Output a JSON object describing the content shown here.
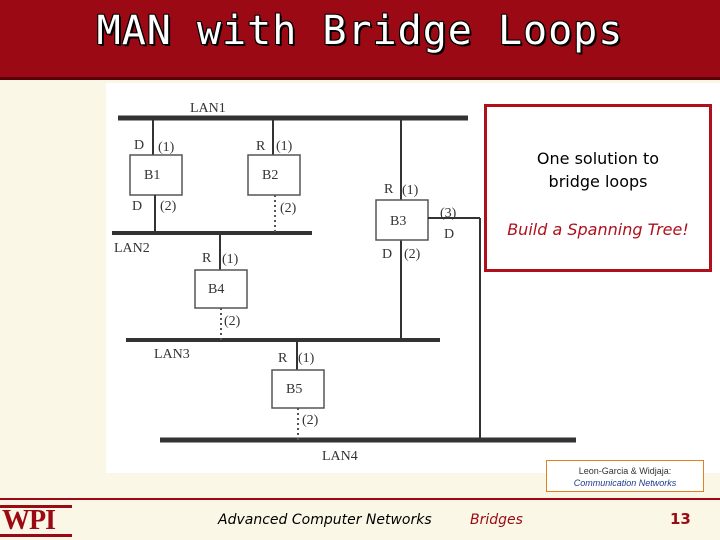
{
  "slide": {
    "title": "MAN with Bridge Loops",
    "colors": {
      "title_bar": "#9B0A14",
      "accent": "#B0101C",
      "background": "#FBF7E6"
    }
  },
  "diagram": {
    "lans": [
      "LAN1",
      "LAN2",
      "LAN3",
      "LAN4"
    ],
    "bridges": {
      "b1": {
        "name": "B1",
        "top_role": "D",
        "top_port": "(1)",
        "bottom_role": "D",
        "bottom_port": "(2)"
      },
      "b2": {
        "name": "B2",
        "top_role": "R",
        "top_port": "(1)",
        "bottom_port": "(2)"
      },
      "b3": {
        "name": "B3",
        "top_role": "R",
        "top_port": "(1)",
        "side_port": "(3)",
        "side_role": "D",
        "bottom_role": "D",
        "bottom_port": "(2)"
      },
      "b4": {
        "name": "B4",
        "top_role": "R",
        "top_port": "(1)",
        "bottom_port": "(2)"
      },
      "b5": {
        "name": "B5",
        "top_role": "R",
        "top_port": "(1)",
        "bottom_port": "(2)"
      }
    }
  },
  "callout": {
    "text": "One solution to\nbridge loops",
    "emphasis": "Build a Spanning Tree!"
  },
  "credit": {
    "line1": "Leon-Garcia & Widjaja:",
    "line2": "Communication Networks"
  },
  "footer": {
    "logo": "WPI",
    "course": "Advanced Computer Networks",
    "topic": "Bridges",
    "page": "13"
  }
}
